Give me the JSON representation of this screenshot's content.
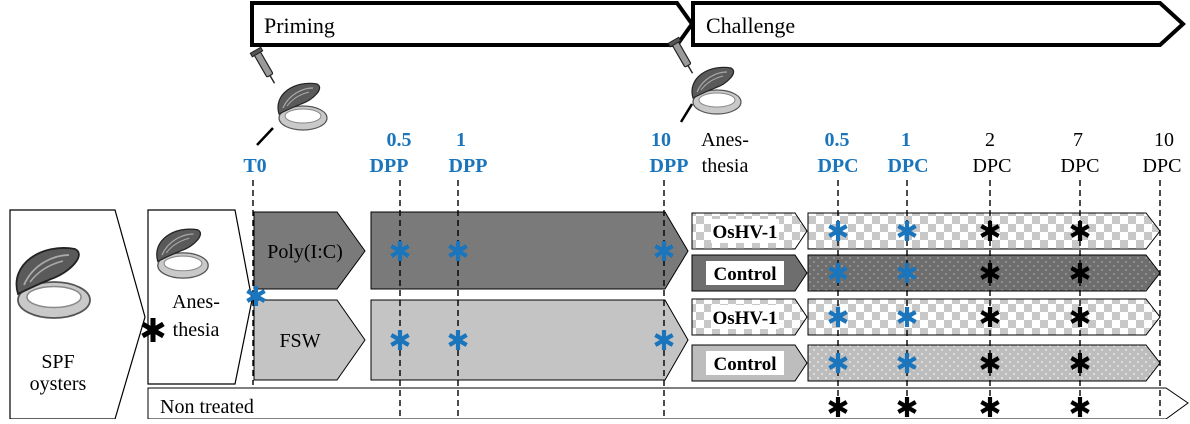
{
  "phases": {
    "priming": "Priming",
    "challenge": "Challenge"
  },
  "start": {
    "spf_line1": "SPF",
    "spf_line2": "oysters",
    "anesthesia_line1": "Anes-",
    "anesthesia_line2": "thesia"
  },
  "priming_groups": {
    "polyic": "Poly(I:C)",
    "fsw": "FSW"
  },
  "challenge_anesthesia": {
    "line1": "Anes-",
    "line2": "thesia"
  },
  "challenge_groups": [
    "OsHV-1",
    "Control",
    "OsHV-1",
    "Control"
  ],
  "non_treated": "Non treated",
  "timepoints": {
    "t0": "T0",
    "dpp": [
      {
        "value": "0.5",
        "unit": "DPP"
      },
      {
        "value": "1",
        "unit": "DPP"
      },
      {
        "value": "10",
        "unit": "DPP"
      }
    ],
    "dpc": [
      {
        "value": "0.5",
        "unit": "DPC",
        "sampled_blue": true
      },
      {
        "value": "1",
        "unit": "DPC",
        "sampled_blue": true
      },
      {
        "value": "2",
        "unit": "DPC",
        "sampled_blue": false
      },
      {
        "value": "7",
        "unit": "DPC",
        "sampled_blue": false
      },
      {
        "value": "10",
        "unit": "DPC",
        "sampled_blue": false
      }
    ]
  },
  "colors": {
    "highlight": "#1a75bc",
    "polyic_fill": "#7a7a7a",
    "fsw_fill": "#c4c4c4",
    "control_dark": "#6e6e6e",
    "control_light": "#bdbdbd"
  },
  "icons": [
    "syringe-icon",
    "oyster-icon",
    "asterisk-icon"
  ]
}
